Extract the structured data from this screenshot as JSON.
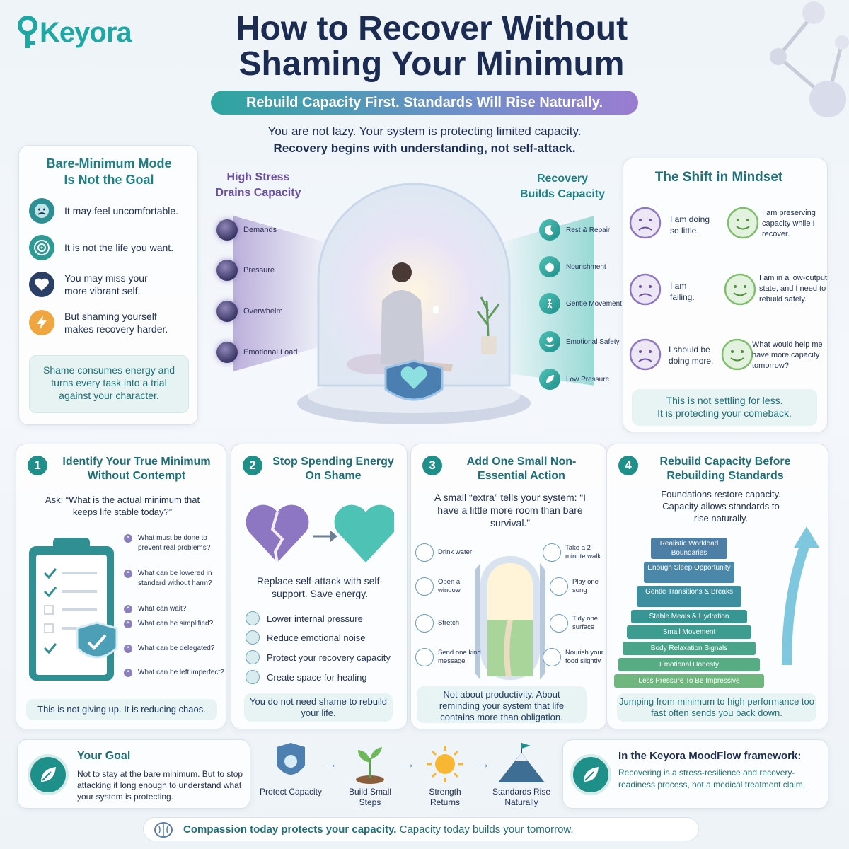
{
  "brand": {
    "logo": "Keyora"
  },
  "header": {
    "title_line1": "How to Recover Without",
    "title_line2": "Shaming Your Minimum",
    "banner": "Rebuild Capacity First. Standards Will Rise Naturally.",
    "intro_line1": "You are not lazy. Your system is protecting limited capacity.",
    "intro_line2": "Recovery begins with understanding, not self-attack."
  },
  "bare_minimum": {
    "title_line1": "Bare-Minimum Mode",
    "title_line2": "Is Not the Goal",
    "items": [
      {
        "icon": "sad-face-icon",
        "text": "It may feel uncomfortable."
      },
      {
        "icon": "target-icon",
        "text": "It is not the life you want."
      },
      {
        "icon": "heart-icon",
        "text": "You may miss your more vibrant self."
      },
      {
        "icon": "lightning-icon",
        "text": "But shaming yourself makes recovery harder."
      }
    ],
    "note": "Shame consumes energy and turns every task into a trial against your character."
  },
  "illustration": {
    "stress_label_1": "High Stress",
    "stress_label_2": "Drains Capacity",
    "stress_items": [
      "Demands",
      "Pressure",
      "Overwhelm",
      "Emotional Load"
    ],
    "recovery_label_1": "Recovery",
    "recovery_label_2": "Builds Capacity",
    "recovery_items": [
      "Rest & Repair",
      "Nourishment",
      "Gentle Movement",
      "Emotional Safety",
      "Low Pressure"
    ]
  },
  "mindset": {
    "title": "The Shift in Mindset",
    "rows": [
      {
        "from": "I am doing so little.",
        "to": "I am preserving capacity while I recover."
      },
      {
        "from": "I am failing.",
        "to": "I am in a low-output state, and I need to rebuild safely."
      },
      {
        "from": "I should be doing more.",
        "to": "What would help me have more capacity tomorrow?"
      }
    ],
    "note_line1": "This is not settling for less.",
    "note_line2": "It is protecting your comeback."
  },
  "step1": {
    "num": "1",
    "title": "Identify Your True Minimum Without Contempt",
    "ask": "Ask: “What is the actual minimum that keeps life stable today?”",
    "questions": [
      "What must be done to prevent real problems?",
      "What can be lowered in standard without harm?",
      "What can wait?",
      "What can be simplified?",
      "What can be delegated?",
      "What can be left imperfect?"
    ],
    "note": "This is not giving up. It is reducing chaos."
  },
  "step2": {
    "num": "2",
    "title": "Stop Spending Energy On Shame",
    "sub": "Replace self-attack with self-support. Save energy.",
    "items": [
      "Lower internal pressure",
      "Reduce emotional noise",
      "Protect your recovery capacity",
      "Create space for healing"
    ],
    "note": "You do not need shame to rebuild your life."
  },
  "step3": {
    "num": "3",
    "title": "Add One Small Non-Essential Action",
    "sub": "A small “extra” tells your system: “I have a little more room than bare survival.”",
    "left_items": [
      "Drink water",
      "Open a window",
      "Stretch",
      "Send one kind message"
    ],
    "right_items": [
      "Take a 2-minute walk",
      "Play one song",
      "Tidy one surface",
      "Nourish your food slightly"
    ],
    "note": "Not about productivity. About reminding your system that life contains more than obligation."
  },
  "step4": {
    "num": "4",
    "title": "Rebuild Capacity Before Rebuilding Standards",
    "sub": "Foundations restore capacity. Capacity allows standards to rise naturally.",
    "pyramid": [
      "Realistic Workload Boundaries",
      "Enough Sleep Opportunity",
      "Gentle Transitions & Breaks",
      "Stable Meals & Hydration",
      "Small Movement",
      "Body Relaxation Signals",
      "Emotional Honesty",
      "Less Pressure To Be Impressive"
    ],
    "note": "Jumping from minimum to high performance too fast often sends you back down."
  },
  "goal": {
    "title": "Your Goal",
    "text": "Not to stay at the bare minimum. But to stop attacking it long enough to understand what your system is protecting."
  },
  "flow": [
    {
      "icon": "shield-icon",
      "label": "Protect Capacity"
    },
    {
      "icon": "sprout-icon",
      "label": "Build Small Steps"
    },
    {
      "icon": "sun-icon",
      "label": "Strength Returns"
    },
    {
      "icon": "mountain-flag-icon",
      "label": "Standards Rise Naturally"
    }
  ],
  "moodflow": {
    "title": "In the Keyora MoodFlow framework:",
    "text": "Recovering is a stress-resilience and recovery-readiness process, not a medical treatment claim."
  },
  "footer": {
    "part1": "Compassion today protects your capacity.",
    "part2": " Capacity today builds your tomorrow."
  }
}
